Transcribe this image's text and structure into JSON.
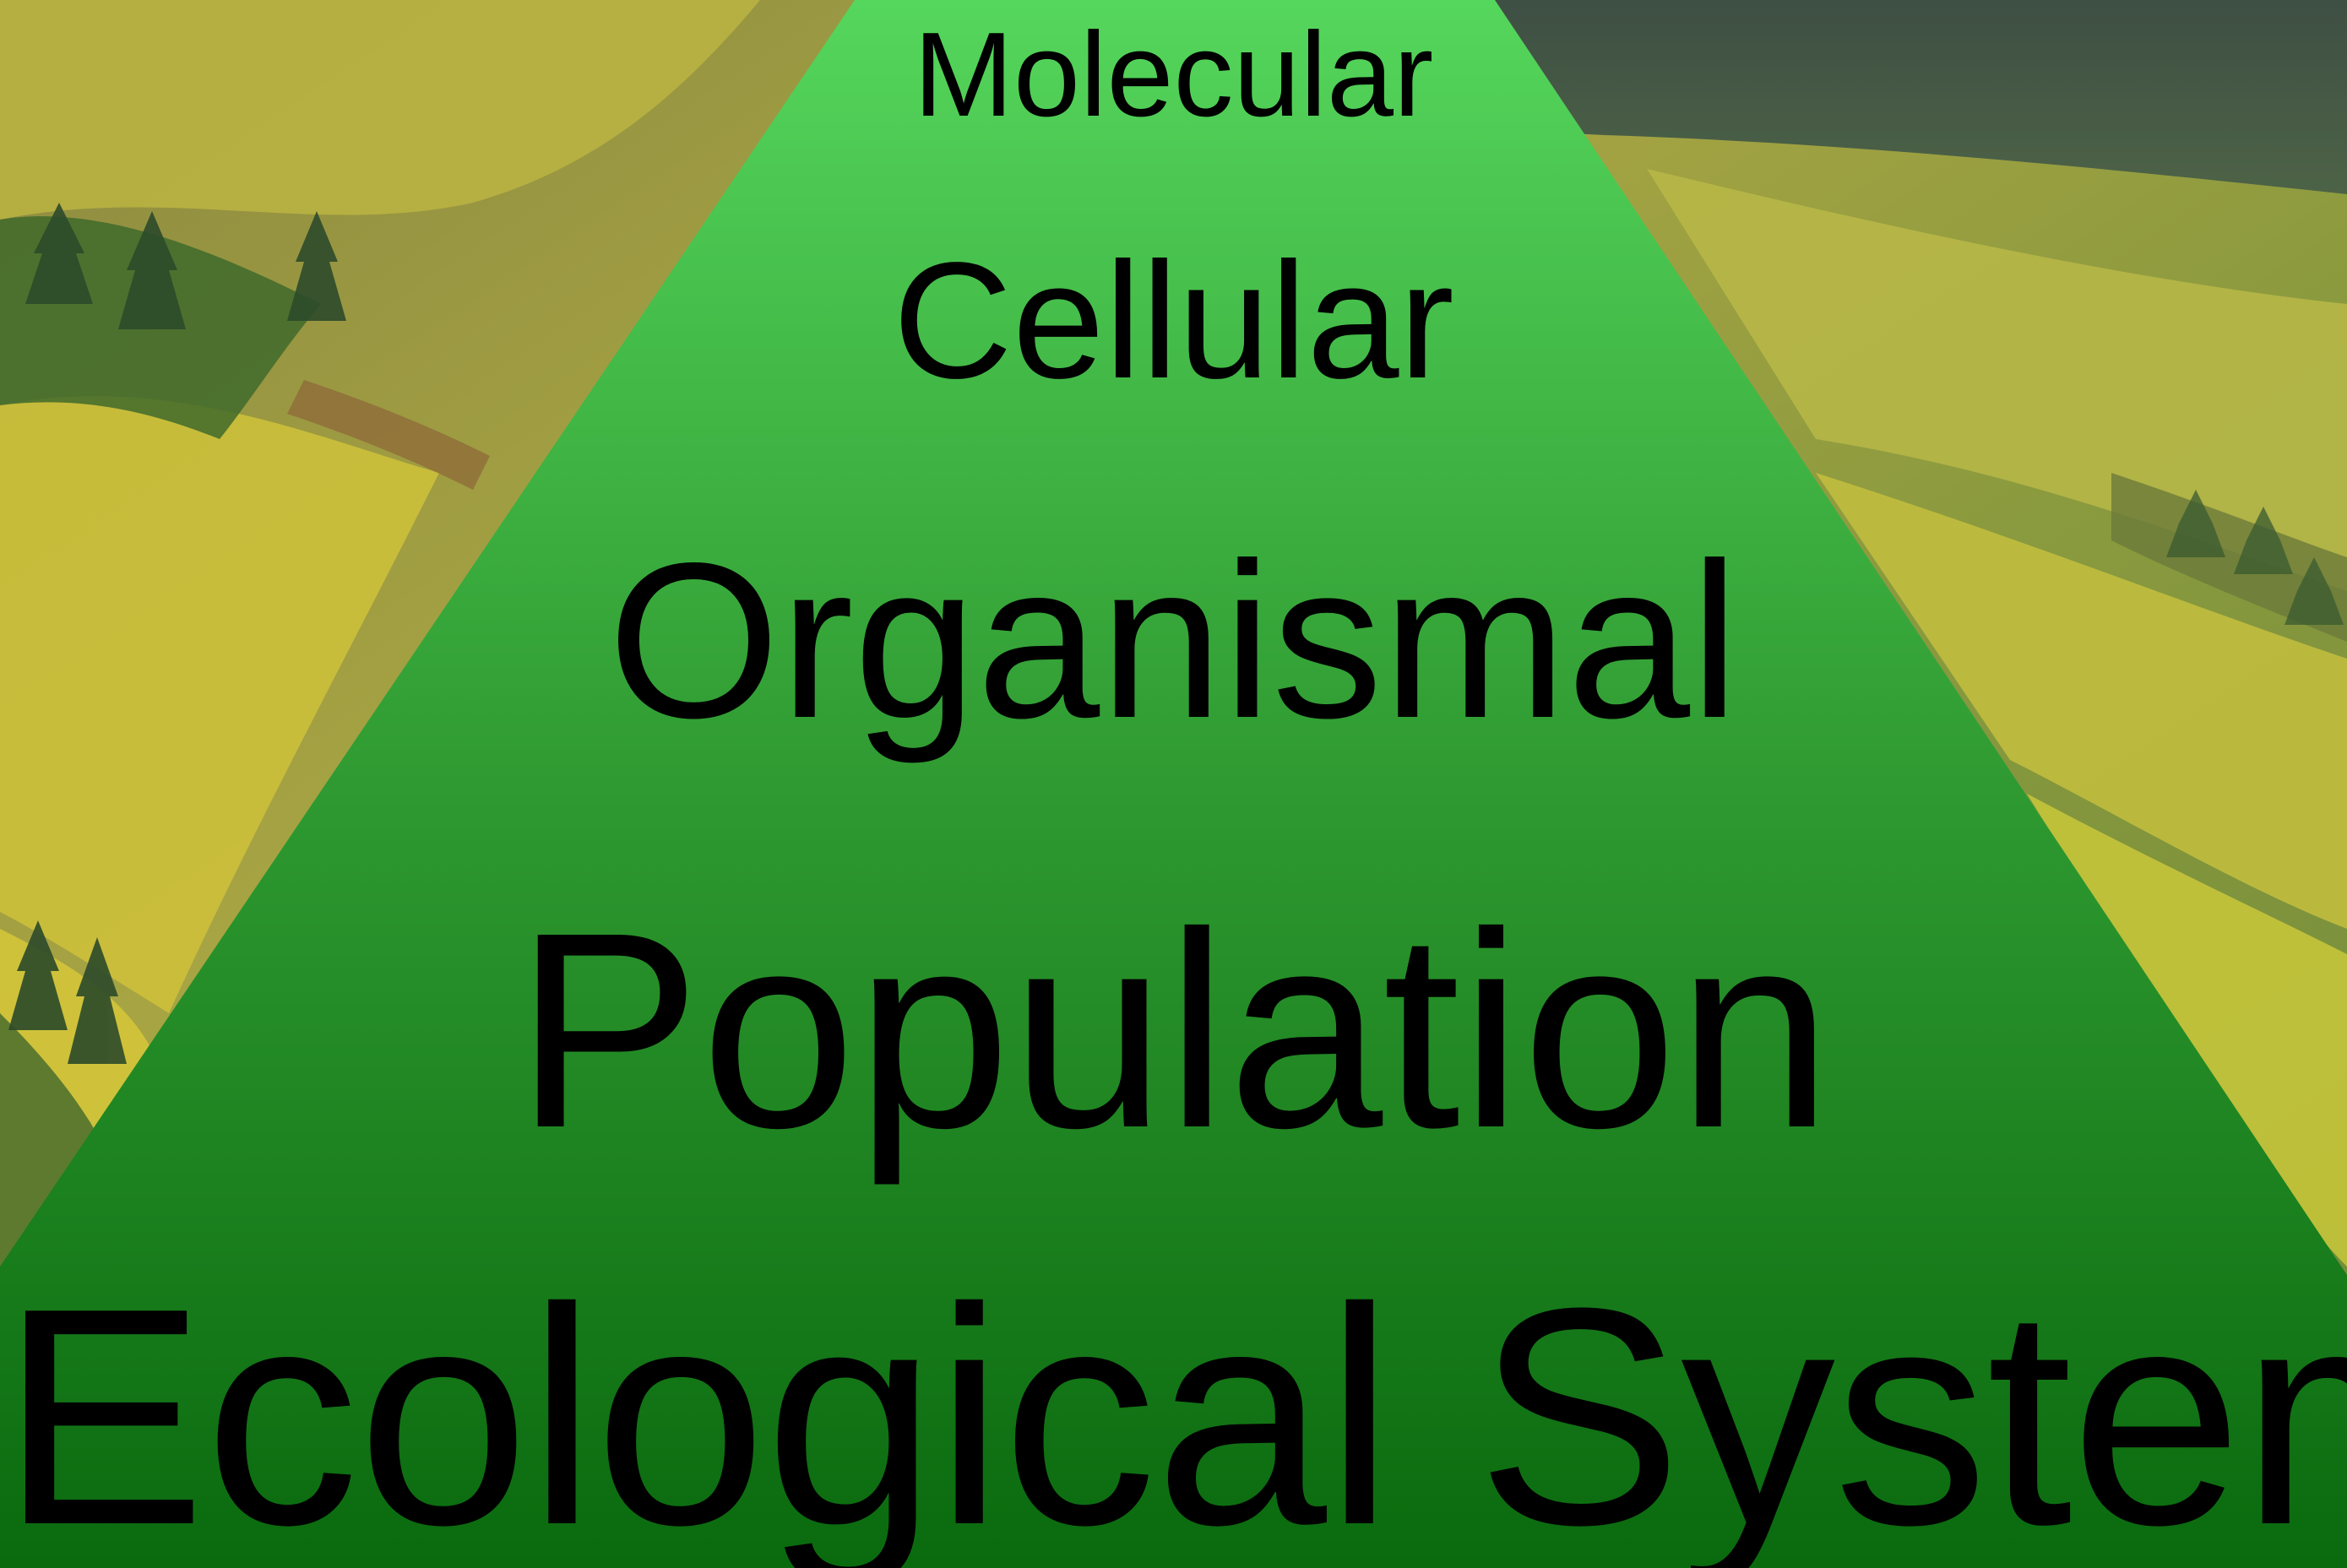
{
  "diagram": {
    "levels": [
      {
        "label": "Molecular"
      },
      {
        "label": "Cellular"
      },
      {
        "label": "Organismal"
      },
      {
        "label": "Population"
      },
      {
        "label": "Ecological System"
      }
    ]
  },
  "colors": {
    "pyramid_top": "#55d65c",
    "pyramid_bottom": "#0a6a0e",
    "text": "#000000",
    "forest_yellow": "#c9c13a",
    "forest_green": "#4f7a38",
    "conifer_dark": "#2c4a2a"
  }
}
